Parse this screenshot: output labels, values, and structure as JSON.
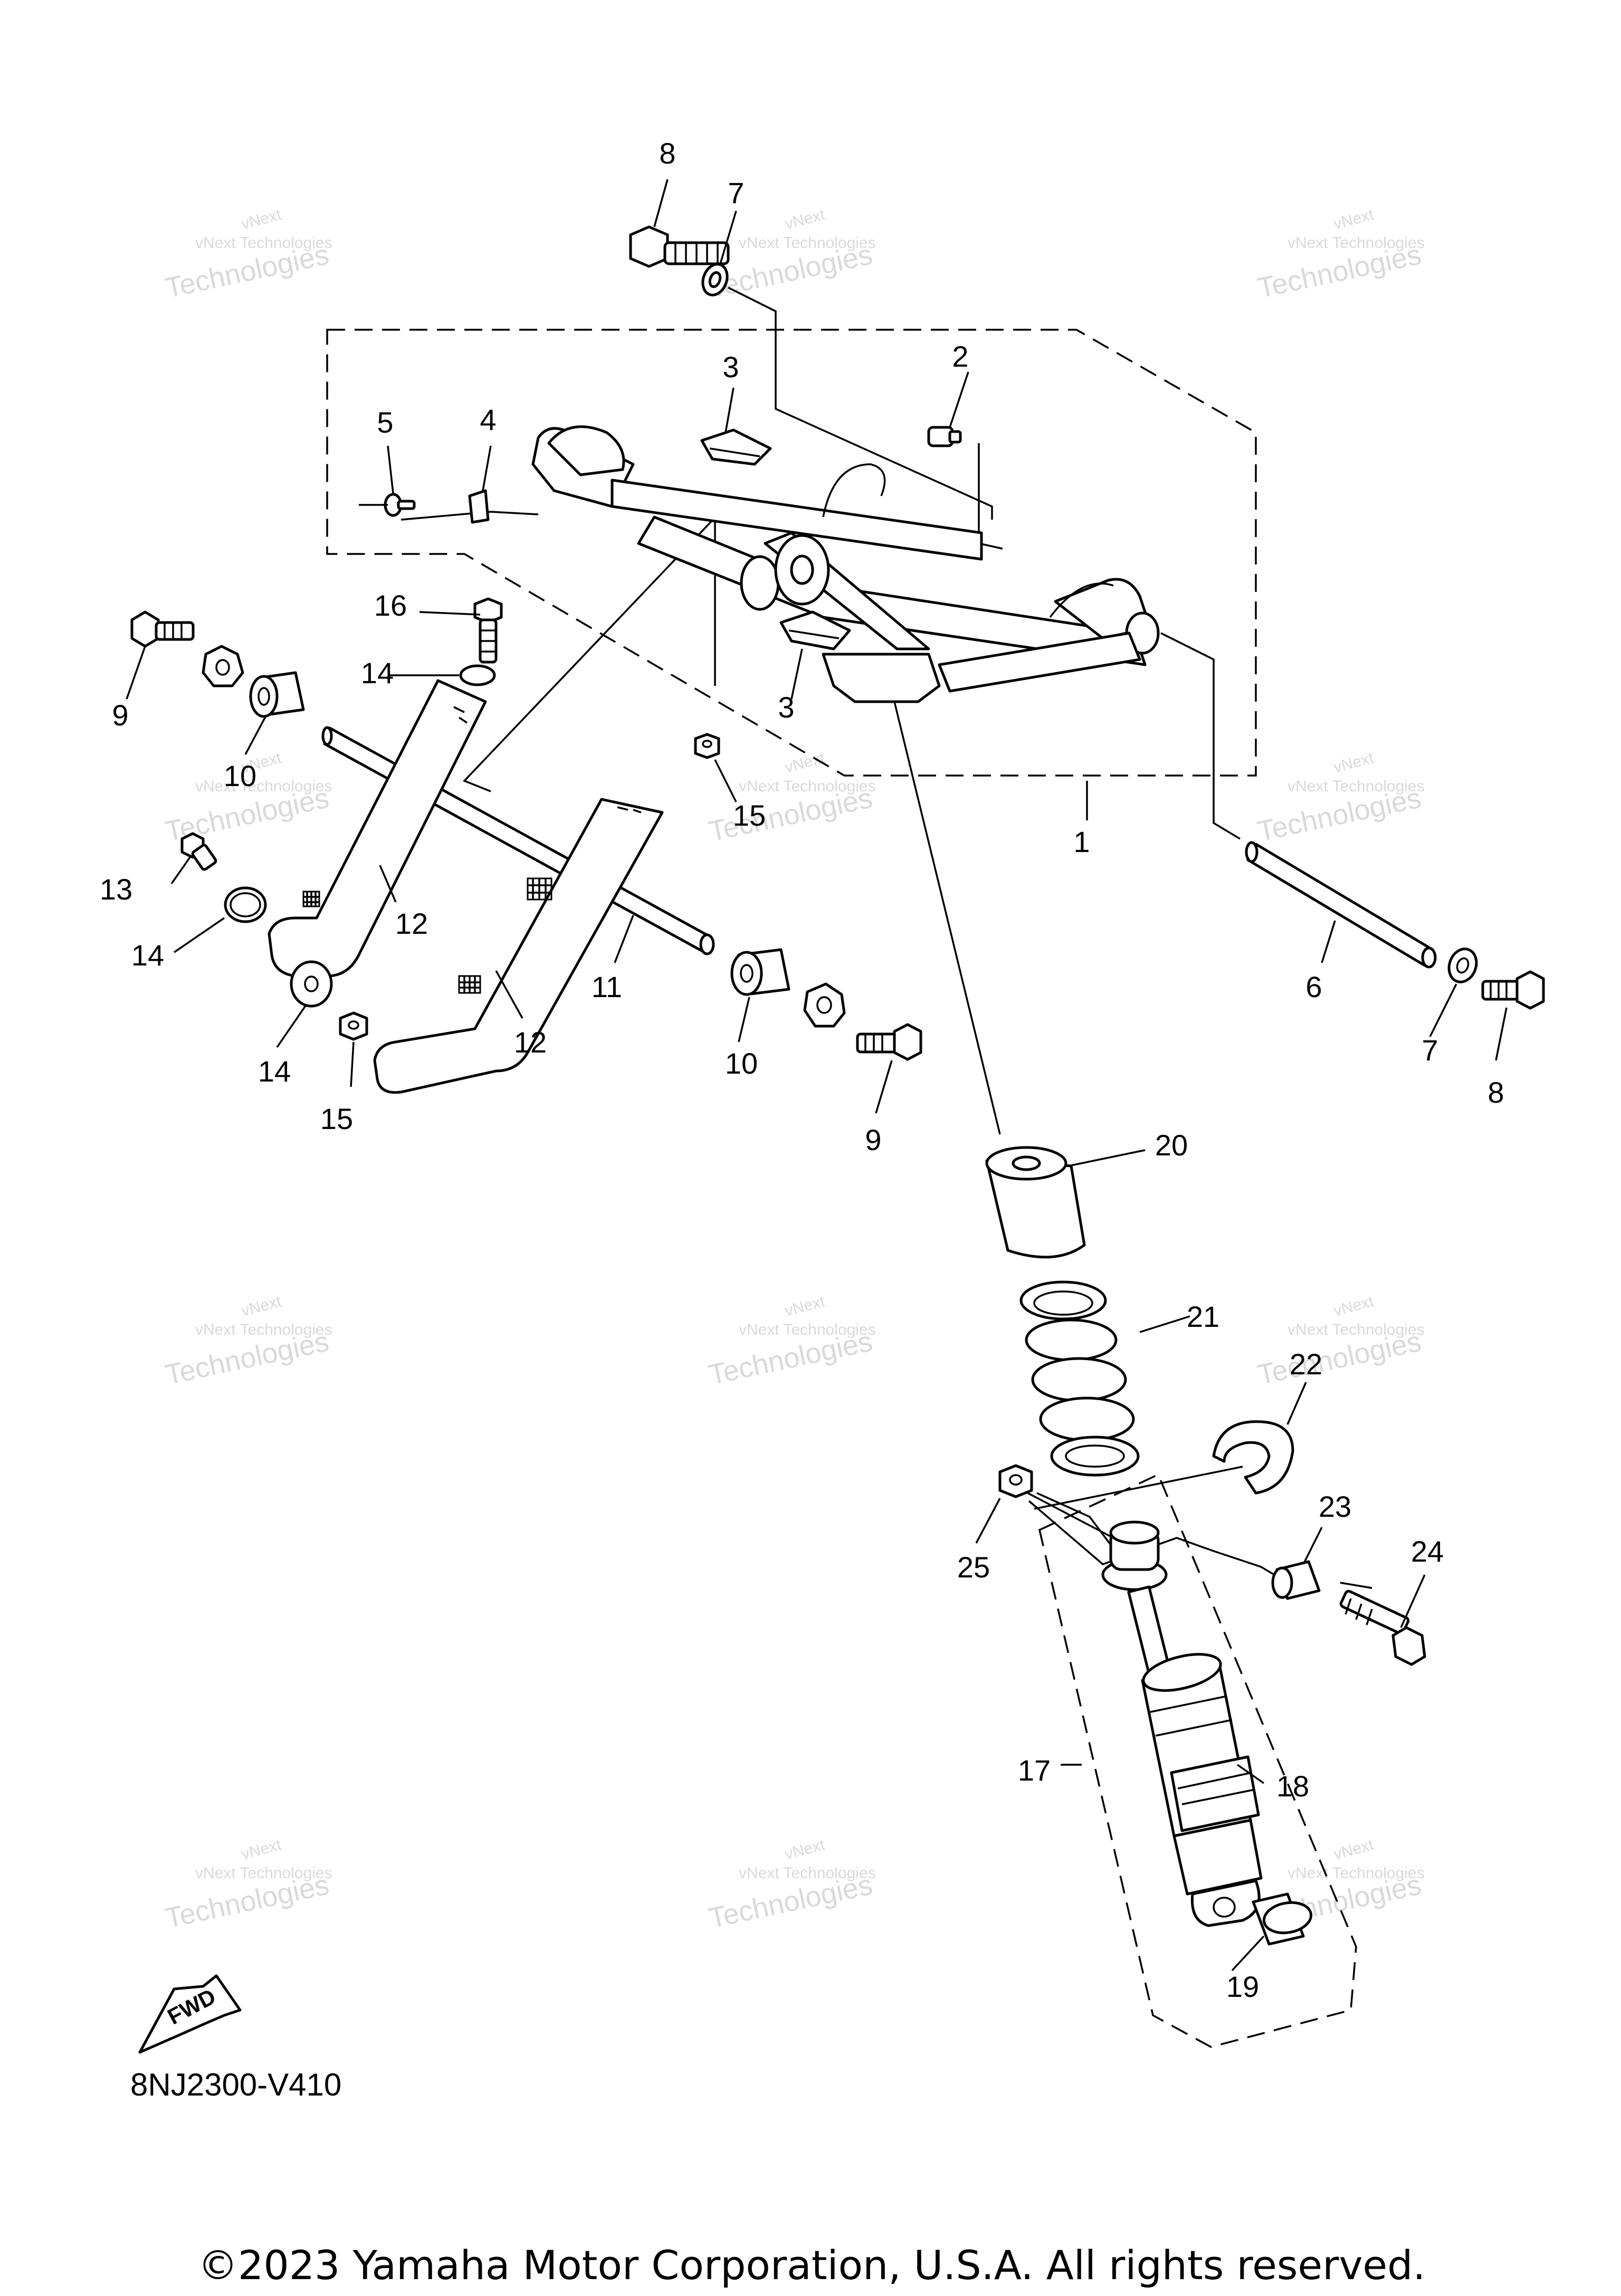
{
  "callouts": {
    "c1": "1",
    "c2": "2",
    "c3a": "3",
    "c3b": "3",
    "c4": "4",
    "c5": "5",
    "c6": "6",
    "c7a": "7",
    "c7b": "7",
    "c8a": "8",
    "c8b": "8",
    "c9a": "9",
    "c9b": "9",
    "c10a": "10",
    "c10b": "10",
    "c11": "11",
    "c12a": "12",
    "c12b": "12",
    "c13": "13",
    "c14a": "14",
    "c14b": "14",
    "c14c": "14",
    "c15a": "15",
    "c15b": "15",
    "c16": "16",
    "c17": "17",
    "c18": "18",
    "c19": "19",
    "c20": "20",
    "c21": "21",
    "c22": "22",
    "c23": "23",
    "c24": "24",
    "c25": "25"
  },
  "watermark": {
    "line1": "vNext Technologies",
    "line2": "Technologies",
    "line3": "vNext"
  },
  "fwd_label": "FWD",
  "diagram_code": "8NJ2300-V410",
  "copyright": "©2023 Yamaha Motor Corporation, U.S.A. All rights reserved.",
  "colors": {
    "line": "#000000",
    "background": "#ffffff",
    "watermark": "#bbbbbb"
  }
}
